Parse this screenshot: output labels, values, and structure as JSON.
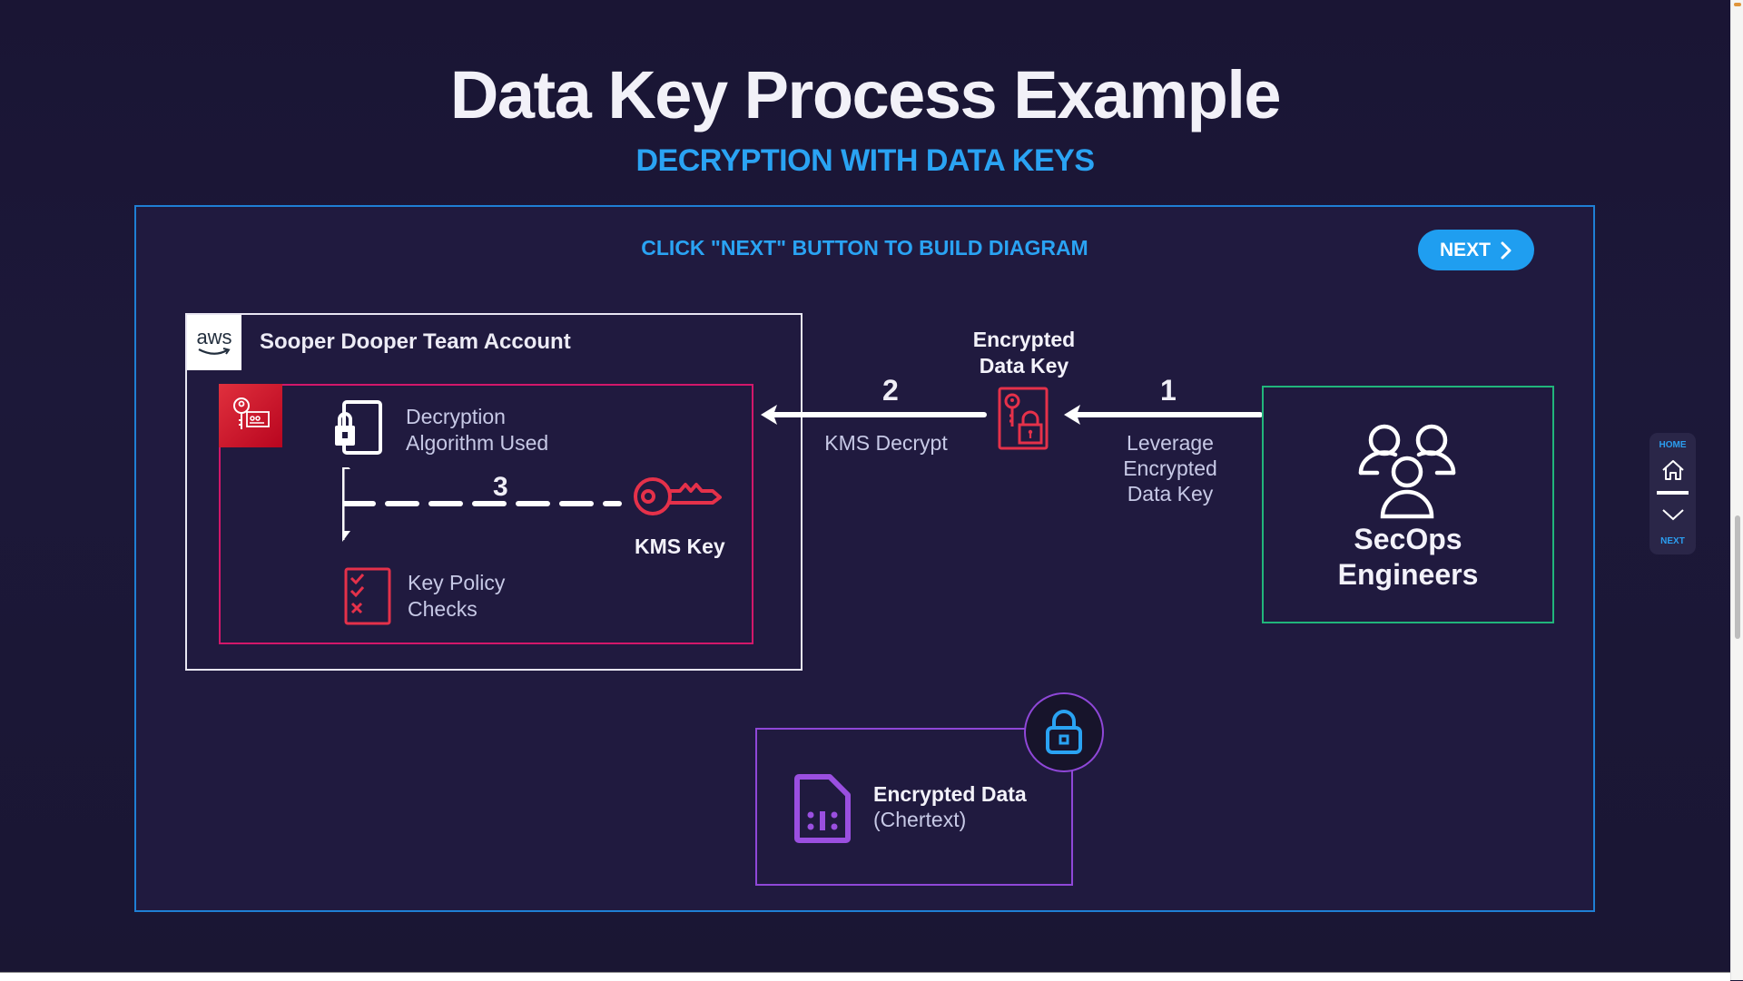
{
  "header": {
    "title": "Data Key Process Example",
    "subtitle": "DECRYPTION WITH DATA KEYS"
  },
  "stage": {
    "instruction": "CLICK \"NEXT\" BUTTON TO BUILD DIAGRAM",
    "next_button": {
      "label": "NEXT",
      "icon": "chevron-right-icon"
    }
  },
  "account": {
    "logo": "aws",
    "title": "Sooper Dooper Team Account",
    "kms_badge_icon": "kms-key-card-icon",
    "algorithm": {
      "icon": "lock-device-icon",
      "line1": "Decryption",
      "line2": "Algorithm Used"
    },
    "step3": {
      "number": "3"
    },
    "kms_key": {
      "icon": "key-icon",
      "label": "KMS Key"
    },
    "policy": {
      "icon": "checklist-icon",
      "line1": "Key Policy",
      "line2": "Checks"
    }
  },
  "flow": {
    "step2": {
      "number": "2",
      "label": "KMS Decrypt"
    },
    "encrypted_data_key": {
      "line1": "Encrypted",
      "line2": "Data Key",
      "icon": "key-lock-icon"
    },
    "step1": {
      "number": "1",
      "line1": "Leverage",
      "line2": "Encrypted",
      "line3": "Data Key"
    }
  },
  "secops": {
    "icon": "users-group-icon",
    "line1": "SecOps",
    "line2": "Engineers"
  },
  "encrypted_data": {
    "icon": "document-icon",
    "title": "Encrypted Data",
    "subtitle": "(Chertext)",
    "badge_icon": "lock-icon"
  },
  "side_nav": {
    "home_label": "HOME",
    "next_label": "NEXT"
  },
  "colors": {
    "accent_blue": "#2aa3f3",
    "kms_red": "#d2176a",
    "secops_green": "#21b57b",
    "data_purple": "#8f47d8",
    "background": "#201a3f"
  }
}
